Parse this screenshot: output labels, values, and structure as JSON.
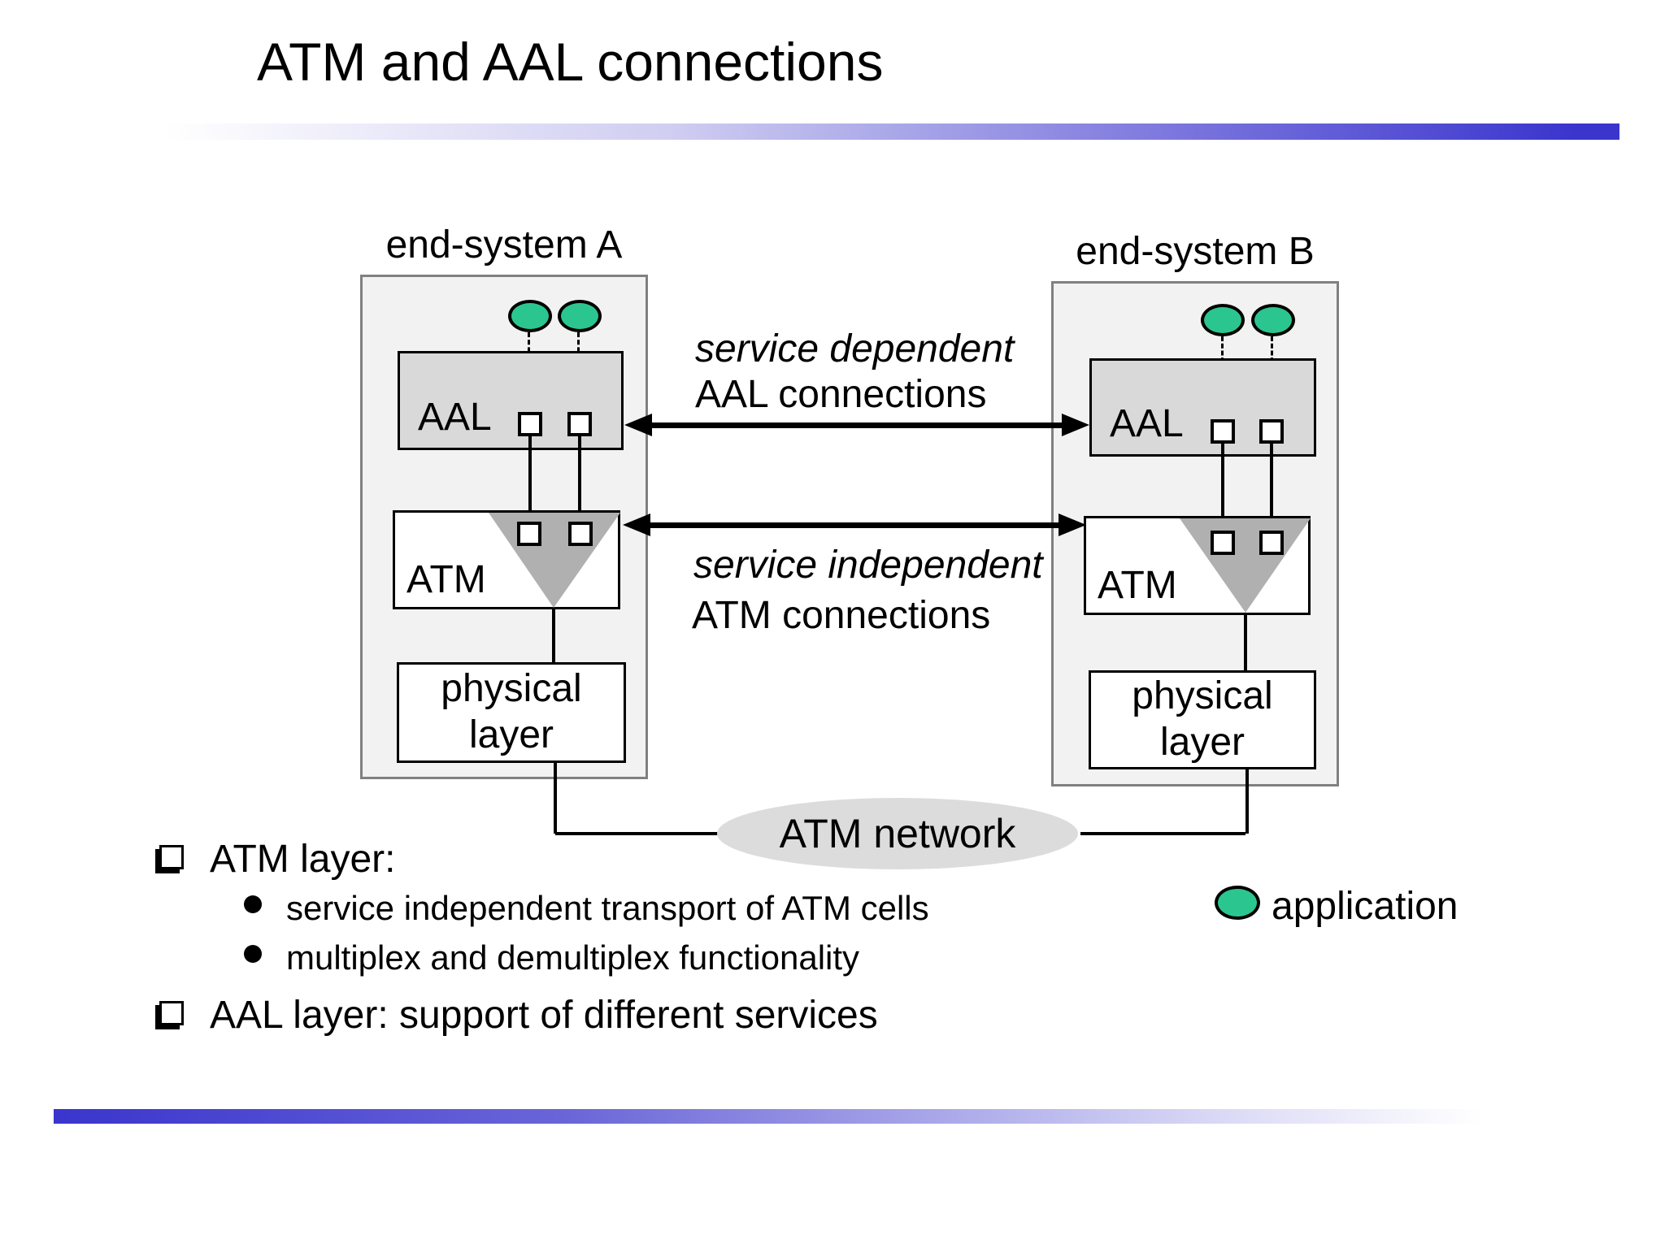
{
  "slide": {
    "title": "ATM and AAL connections"
  },
  "diagram": {
    "system_a": {
      "label": "end-system A",
      "aal": "AAL",
      "atm": "ATM",
      "physical": "physical layer"
    },
    "system_b": {
      "label": "end-system B",
      "aal": "AAL",
      "atm": "ATM",
      "physical": "physical layer"
    },
    "aal_connection": {
      "line1": "service dependent",
      "line2": "AAL connections"
    },
    "atm_connection": {
      "line1": "service independent",
      "line2": "ATM connections"
    },
    "network_label": "ATM network"
  },
  "legend": {
    "application": "application"
  },
  "bullets": {
    "atm_layer": "ATM layer:",
    "atm_sub1": "service independent transport of ATM cells",
    "atm_sub2": "multiplex and demultiplex functionality",
    "aal_layer": "AAL layer: support of different services"
  },
  "colors": {
    "application_green": "#2bc690",
    "bar_blue": "#3a35cd",
    "aal_box_gray": "#d9d9d9",
    "system_box_gray": "#f2f2f2",
    "triangle_gray": "#b0b0b0",
    "network_ellipse_gray": "#dcdcdc"
  }
}
